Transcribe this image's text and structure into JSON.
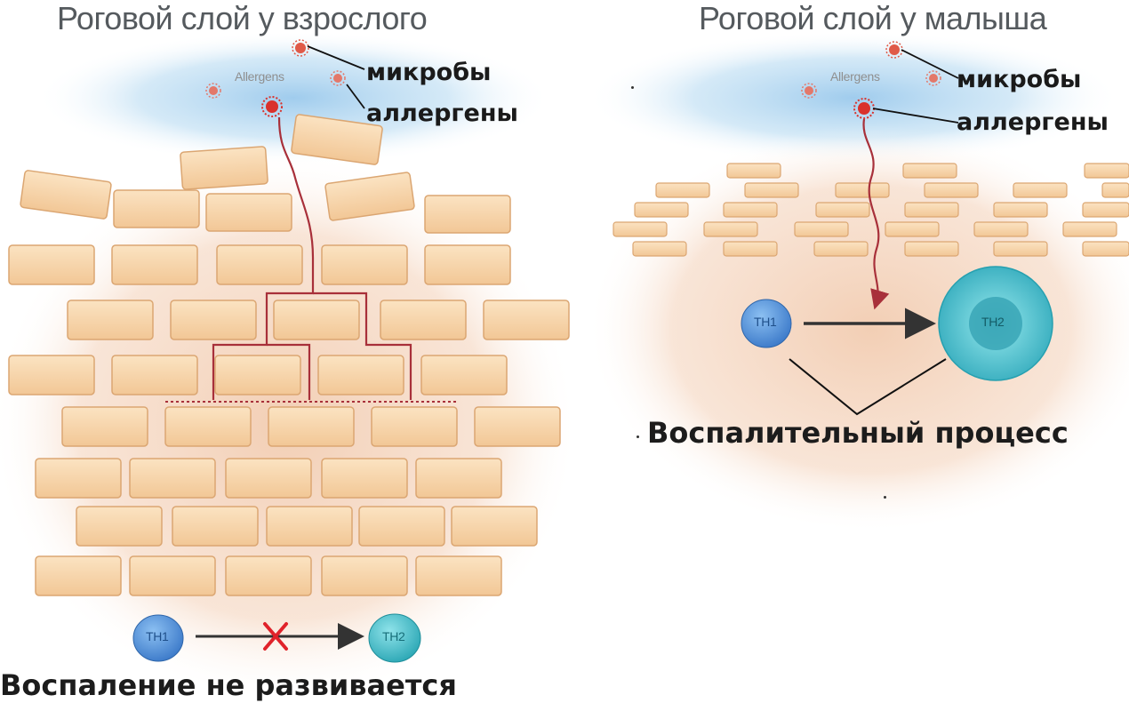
{
  "left_panel": {
    "title": "Роговой слой у взрослого",
    "allergens_tag": "Allergens",
    "label_microbes": "микробы",
    "label_allergens": "аллергены",
    "cell_a": "TH1",
    "cell_b": "TH2",
    "caption": "Воспаление не развивается"
  },
  "right_panel": {
    "title": "Роговой слой у малыша",
    "allergens_tag": "Allergens",
    "label_microbes": "микробы",
    "label_allergens": "аллергены",
    "cell_a": "TH1",
    "cell_b": "TH2",
    "caption": "Воспалительный процесс"
  },
  "colors": {
    "brick_fill": "#f7d3a6",
    "brick_stroke": "#dba672",
    "sky": "#bcdcf0",
    "skin": "#f7dcc8",
    "allergen": "#d9473a",
    "path_line": "#a8303a",
    "th1": "#4f8fd6",
    "th2": "#36b3c1",
    "block_mark": "#e0222a"
  }
}
